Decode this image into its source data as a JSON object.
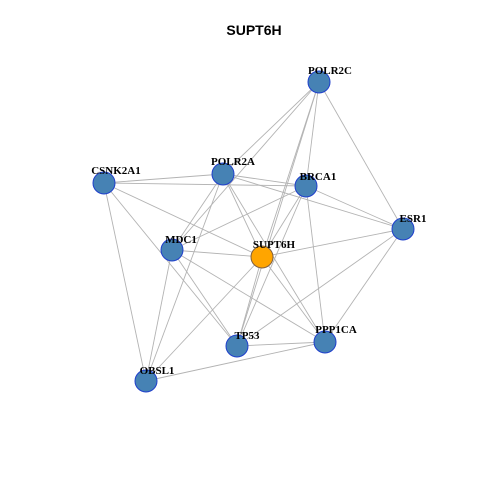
{
  "title": "SUPT6H",
  "colors": {
    "node_fill": "#4682b4",
    "node_stroke": "#1f3fcc",
    "center_fill": "#ffa500",
    "center_stroke": "#806040",
    "edge": "#b3b3b3"
  },
  "nodes": [
    {
      "id": "POLR2C",
      "label": "POLR2C",
      "center": false
    },
    {
      "id": "CSNK2A1",
      "label": "CSNK2A1",
      "center": false
    },
    {
      "id": "POLR2A",
      "label": "POLR2A",
      "center": false
    },
    {
      "id": "BRCA1",
      "label": "BRCA1",
      "center": false
    },
    {
      "id": "ESR1",
      "label": "ESR1",
      "center": false
    },
    {
      "id": "MDC1",
      "label": "MDC1",
      "center": false
    },
    {
      "id": "SUPT6H",
      "label": "SUPT6H",
      "center": true
    },
    {
      "id": "TP53",
      "label": "TP53",
      "center": false
    },
    {
      "id": "PPP1CA",
      "label": "PPP1CA",
      "center": false
    },
    {
      "id": "OBSL1",
      "label": "OBSL1",
      "center": false
    }
  ],
  "edges": [
    [
      "POLR2C",
      "POLR2A"
    ],
    [
      "POLR2C",
      "BRCA1"
    ],
    [
      "POLR2C",
      "ESR1"
    ],
    [
      "POLR2C",
      "SUPT6H"
    ],
    [
      "POLR2C",
      "MDC1"
    ],
    [
      "POLR2C",
      "TP53"
    ],
    [
      "CSNK2A1",
      "POLR2A"
    ],
    [
      "CSNK2A1",
      "BRCA1"
    ],
    [
      "CSNK2A1",
      "SUPT6H"
    ],
    [
      "CSNK2A1",
      "TP53"
    ],
    [
      "CSNK2A1",
      "OBSL1"
    ],
    [
      "POLR2A",
      "BRCA1"
    ],
    [
      "POLR2A",
      "ESR1"
    ],
    [
      "POLR2A",
      "SUPT6H"
    ],
    [
      "POLR2A",
      "MDC1"
    ],
    [
      "POLR2A",
      "PPP1CA"
    ],
    [
      "POLR2A",
      "OBSL1"
    ],
    [
      "BRCA1",
      "ESR1"
    ],
    [
      "BRCA1",
      "SUPT6H"
    ],
    [
      "BRCA1",
      "MDC1"
    ],
    [
      "BRCA1",
      "TP53"
    ],
    [
      "BRCA1",
      "PPP1CA"
    ],
    [
      "ESR1",
      "SUPT6H"
    ],
    [
      "ESR1",
      "TP53"
    ],
    [
      "ESR1",
      "PPP1CA"
    ],
    [
      "MDC1",
      "SUPT6H"
    ],
    [
      "MDC1",
      "TP53"
    ],
    [
      "MDC1",
      "PPP1CA"
    ],
    [
      "MDC1",
      "OBSL1"
    ],
    [
      "SUPT6H",
      "TP53"
    ],
    [
      "SUPT6H",
      "PPP1CA"
    ],
    [
      "SUPT6H",
      "OBSL1"
    ],
    [
      "TP53",
      "PPP1CA"
    ],
    [
      "PPP1CA",
      "OBSL1"
    ]
  ]
}
